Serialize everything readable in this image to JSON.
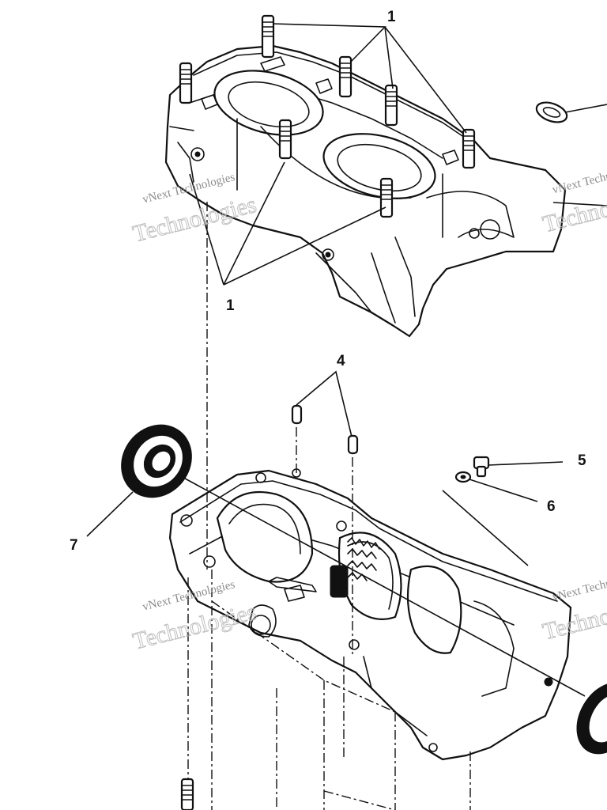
{
  "callouts": [
    {
      "id": "c1a",
      "label": "1"
    },
    {
      "id": "c1b",
      "label": "1"
    },
    {
      "id": "c4",
      "label": "4"
    },
    {
      "id": "c5",
      "label": "5"
    },
    {
      "id": "c6",
      "label": "6"
    },
    {
      "id": "c7",
      "label": "7"
    }
  ],
  "watermark": {
    "line1": "vNext Technologies",
    "line2": "Technologies"
  },
  "colors": {
    "ink": "#111111",
    "paper": "#ffffff",
    "watermark": "#b9b9b9"
  }
}
